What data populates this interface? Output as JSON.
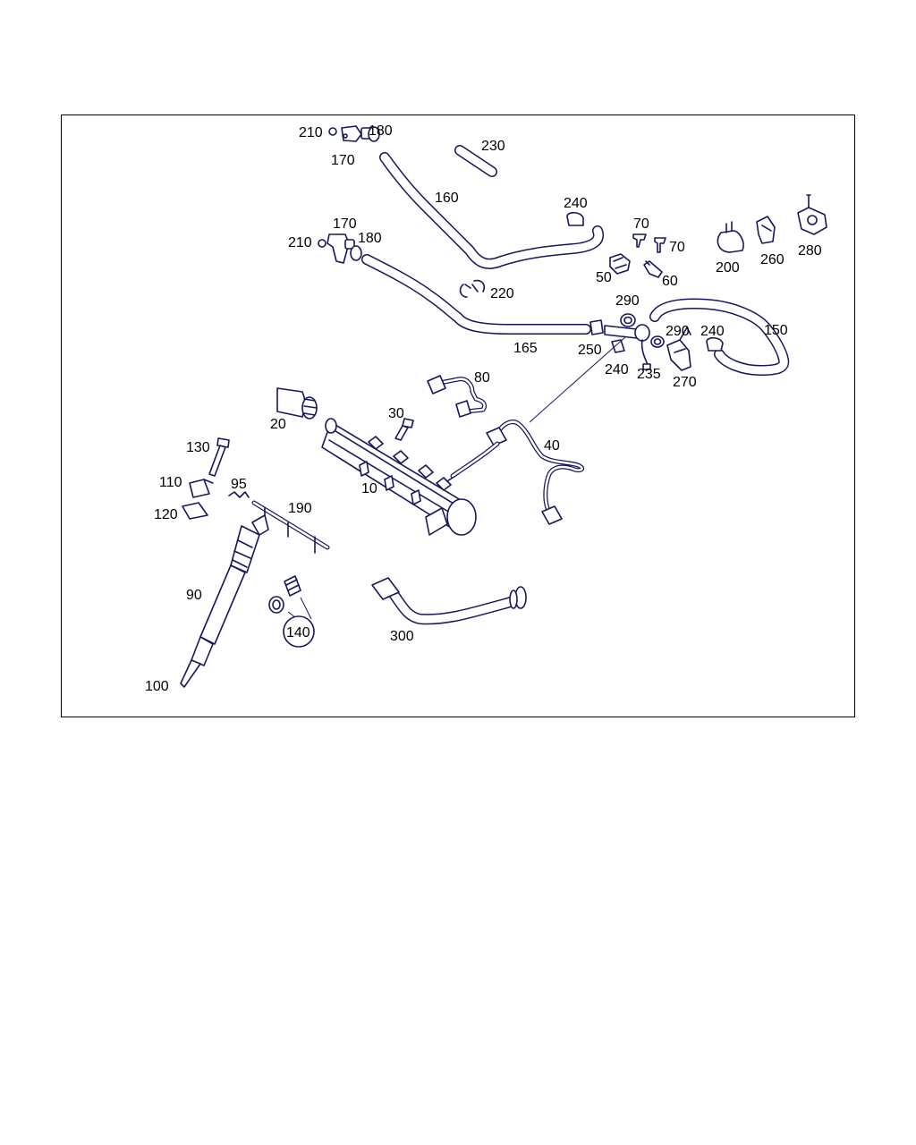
{
  "callouts": {
    "p10": "10",
    "p20": "20",
    "p30": "30",
    "p40": "40",
    "p50": "50",
    "p60": "60",
    "p70a": "70",
    "p70b": "70",
    "p80": "80",
    "p90": "90",
    "p95": "95",
    "p100": "100",
    "p110": "110",
    "p120": "120",
    "p130": "130",
    "p140": "140",
    "p150": "150",
    "p160": "160",
    "p165": "165",
    "p170a": "170",
    "p170b": "170",
    "p180a": "180",
    "p180b": "180",
    "p190": "190",
    "p200": "200",
    "p210a": "210",
    "p210b": "210",
    "p220": "220",
    "p230": "230",
    "p235": "235",
    "p240a": "240",
    "p240b": "240",
    "p240c": "240",
    "p250": "250",
    "p260": "260",
    "p270": "270",
    "p280": "280",
    "p290a": "290",
    "p290b": "290",
    "p300": "300"
  },
  "colors": {
    "line": "#17175e",
    "frame": "#000000",
    "label": "#000000"
  }
}
